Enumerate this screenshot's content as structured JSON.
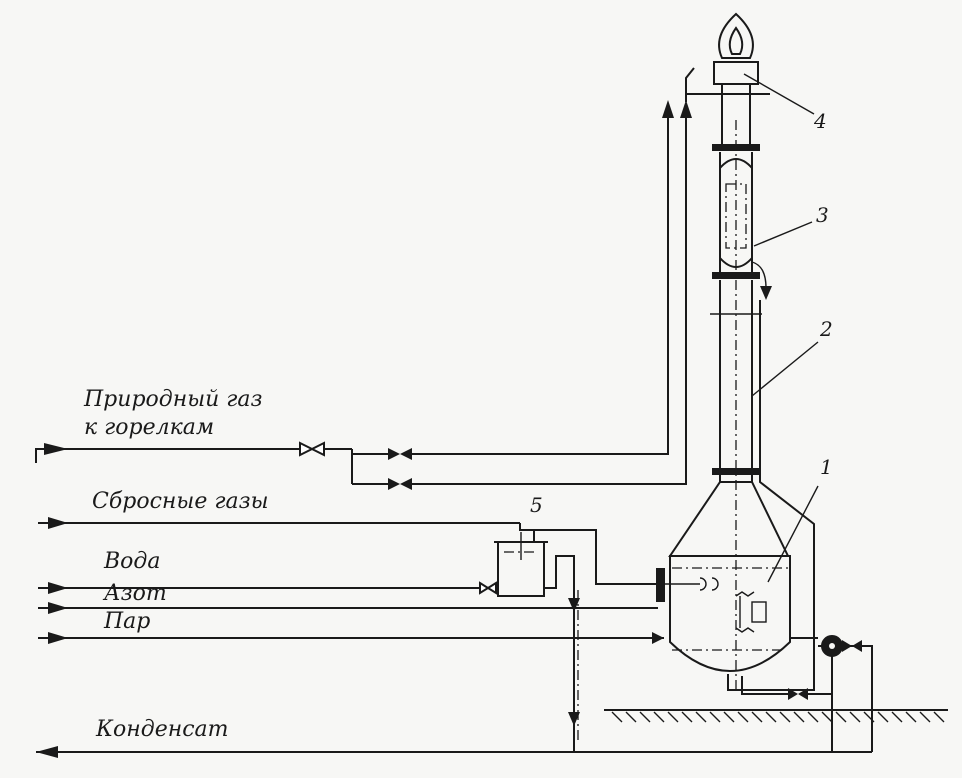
{
  "lines": {
    "natural_gas_1": "Природный газ",
    "natural_gas_2": "к горелкам",
    "waste_gases": "Сбросные газы",
    "water": "Вода",
    "nitrogen": "Азот",
    "steam": "Пар",
    "condensate": "Конденсат"
  },
  "callouts": {
    "n1": "1",
    "n2": "2",
    "n3": "3",
    "n4": "4",
    "n5": "5"
  }
}
